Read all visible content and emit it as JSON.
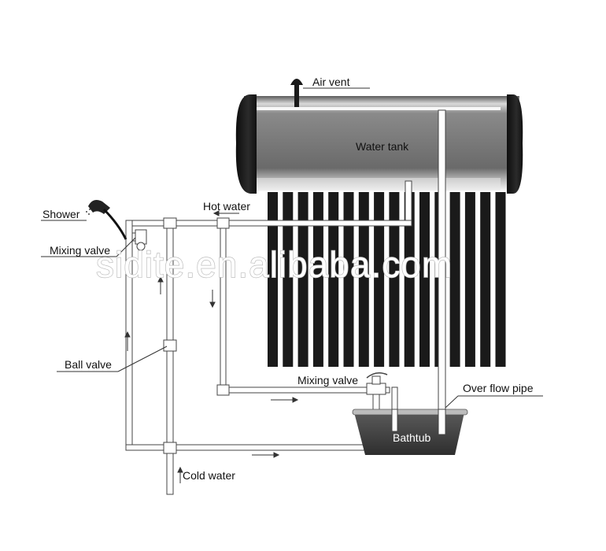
{
  "labels": {
    "air_vent": "Air vent",
    "water_tank": "Water tank",
    "shower": "Shower",
    "hot_water": "Hot water",
    "mixing_valve_left": "Mixing valve",
    "ball_valve": "Ball valve",
    "mixing_valve_bottom": "Mixing valve",
    "over_flow_pipe": "Over flow pipe",
    "bathtub": "Bathtub",
    "cold_water": "Cold water"
  },
  "watermark": "sidite.en.alibaba.com",
  "evacuated_tube_count": 16,
  "colors": {
    "tank_body": "#808080",
    "tank_end_caps": "#1a1a1a",
    "tubes": "#1a1a1a",
    "bathtub": "#3f3f3f",
    "pipes": "#ffffff"
  }
}
